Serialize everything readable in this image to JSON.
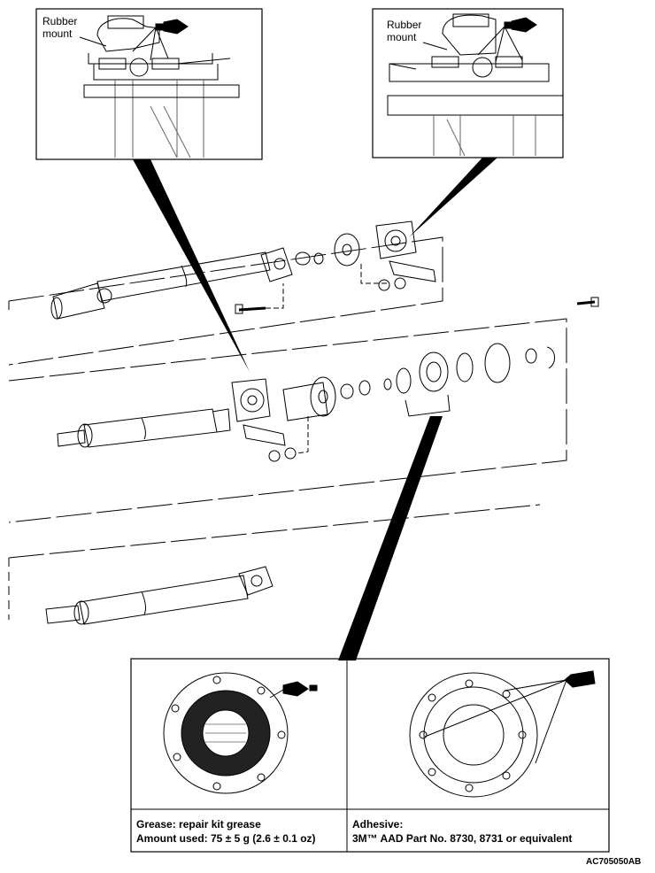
{
  "callouts": {
    "top_left": {
      "label_line1": "Rubber",
      "label_line2": "mount"
    },
    "top_right": {
      "label_line1": "Rubber",
      "label_line2": "mount"
    }
  },
  "detail_panel": {
    "left": {
      "line1": "Grease: repair kit grease",
      "line2": "Amount used: 75 ± 5 g (2.6 ± 0.1 oz)"
    },
    "right": {
      "line1": "Adhesive:",
      "line2": "3M™  AAD Part No. 8730, 8731 or equivalent"
    }
  },
  "figure_code": "AC705050AB",
  "icons": [
    "grease-gun-icon",
    "adhesive-tube-icon"
  ]
}
